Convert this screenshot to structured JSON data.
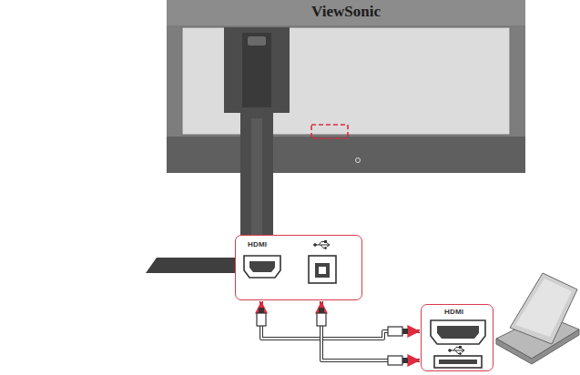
{
  "diagram": {
    "nodes": [
      {
        "text": [
          "HDMI"
        ]
      },
      {
        "text": [
          "HDMI"
        ]
      }
    ],
    "edges": [
      {
        "from": 0,
        "to": 1,
        "arrow": "both"
      },
      {
        "from": 0,
        "to": 1,
        "arrow": "both"
      }
    ],
    "labels": [
      "ViewSonic"
    ]
  }
}
